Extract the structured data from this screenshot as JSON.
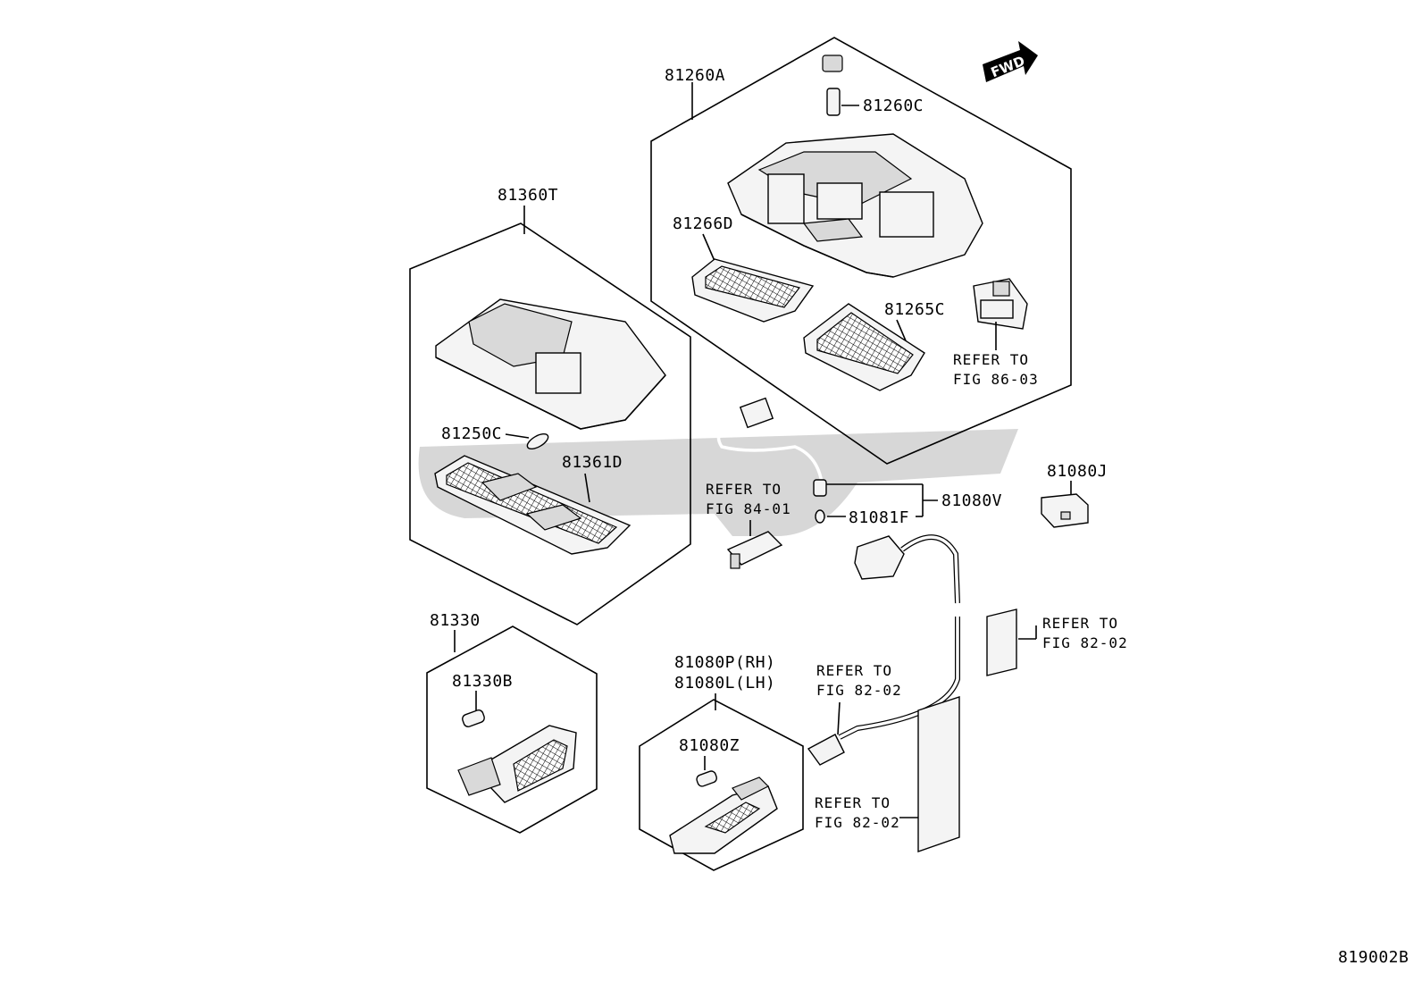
{
  "parts": {
    "p81260A": "81260A",
    "p81260C": "81260C",
    "p81266D": "81266D",
    "p81265C": "81265C",
    "p81360T": "81360T",
    "p81250C": "81250C",
    "p81361D": "81361D",
    "p81080J": "81080J",
    "p81080V": "81080V",
    "p81081F": "81081F",
    "p81330": "81330",
    "p81330B": "81330B",
    "p81080P": "81080P(RH)",
    "p81080L": "81080L(LH)",
    "p81080Z": "81080Z"
  },
  "refs": {
    "r8603": {
      "line1": "REFER TO",
      "line2": "FIG 86-03"
    },
    "r8401": {
      "line1": "REFER TO",
      "line2": "FIG 84-01"
    },
    "r8202a": {
      "line1": "REFER TO",
      "line2": "FIG 82-02"
    },
    "r8202b": {
      "line1": "REFER TO",
      "line2": "FIG 82-02"
    },
    "r8202c": {
      "line1": "REFER TO",
      "line2": "FIG 82-02"
    }
  },
  "fwd_label": "FWD",
  "figure_code": "819002B"
}
